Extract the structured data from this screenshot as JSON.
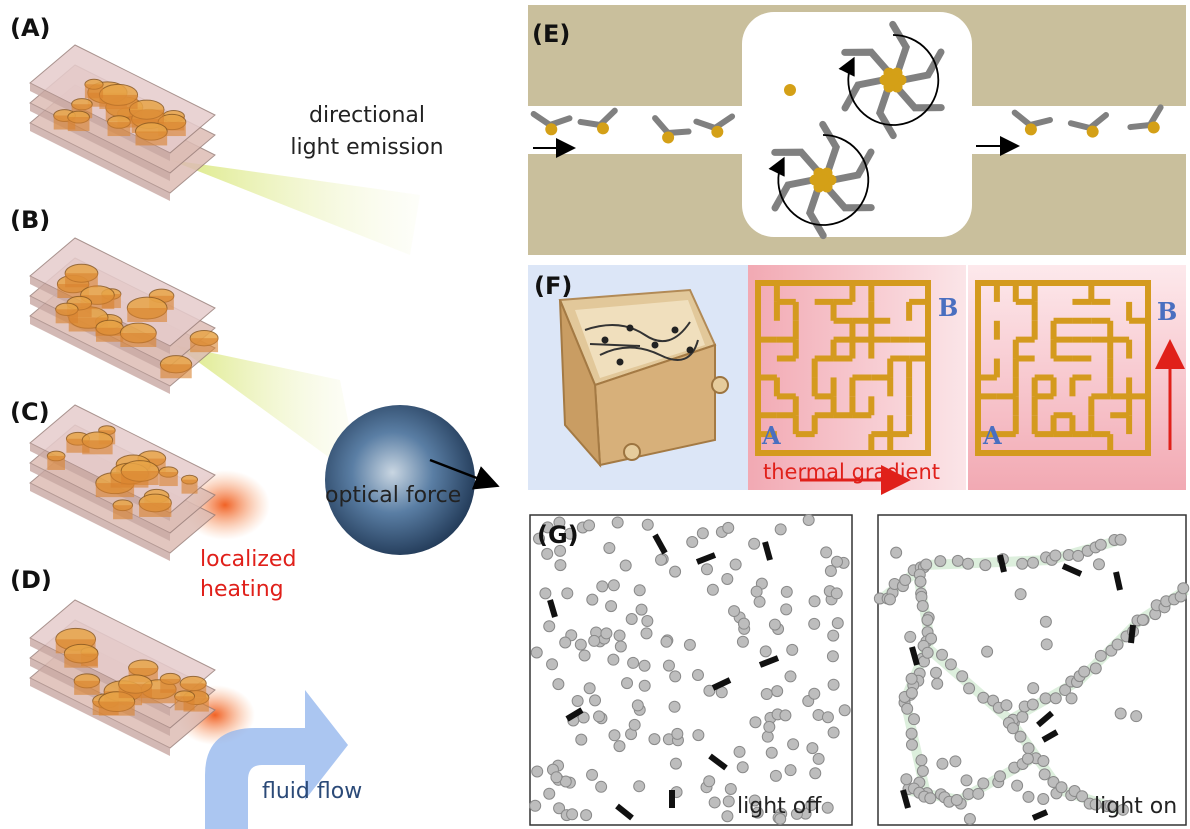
{
  "panels": {
    "a": {
      "label": "(A)",
      "caption": "directional\nlight emission"
    },
    "b": {
      "label": "(B)"
    },
    "c": {
      "label": "(C)",
      "caption": "optical force"
    },
    "d": {
      "label": "(C)",
      "caption": "localized\nheating"
    },
    "e": {
      "label": "(D)",
      "caption": "fluid flow"
    },
    "f": {
      "label": "(E)"
    },
    "g": {
      "label": "(F)",
      "caption": "thermal gradient",
      "point_a": "A",
      "point_b": "B"
    },
    "h": {
      "label": "(G)",
      "left_caption": "light off",
      "right_caption": "light on"
    }
  },
  "colors": {
    "channel": "#c9bf9c",
    "particle": "#d4a017",
    "arm": "#808080",
    "maze": "#d49a1e",
    "heat": "#e25a1c",
    "beam": "#e9f0a0",
    "flow": "#7aa6e6",
    "sphere": "#3e5f86",
    "dot": "#b4b4b4",
    "rod": "#111111"
  }
}
